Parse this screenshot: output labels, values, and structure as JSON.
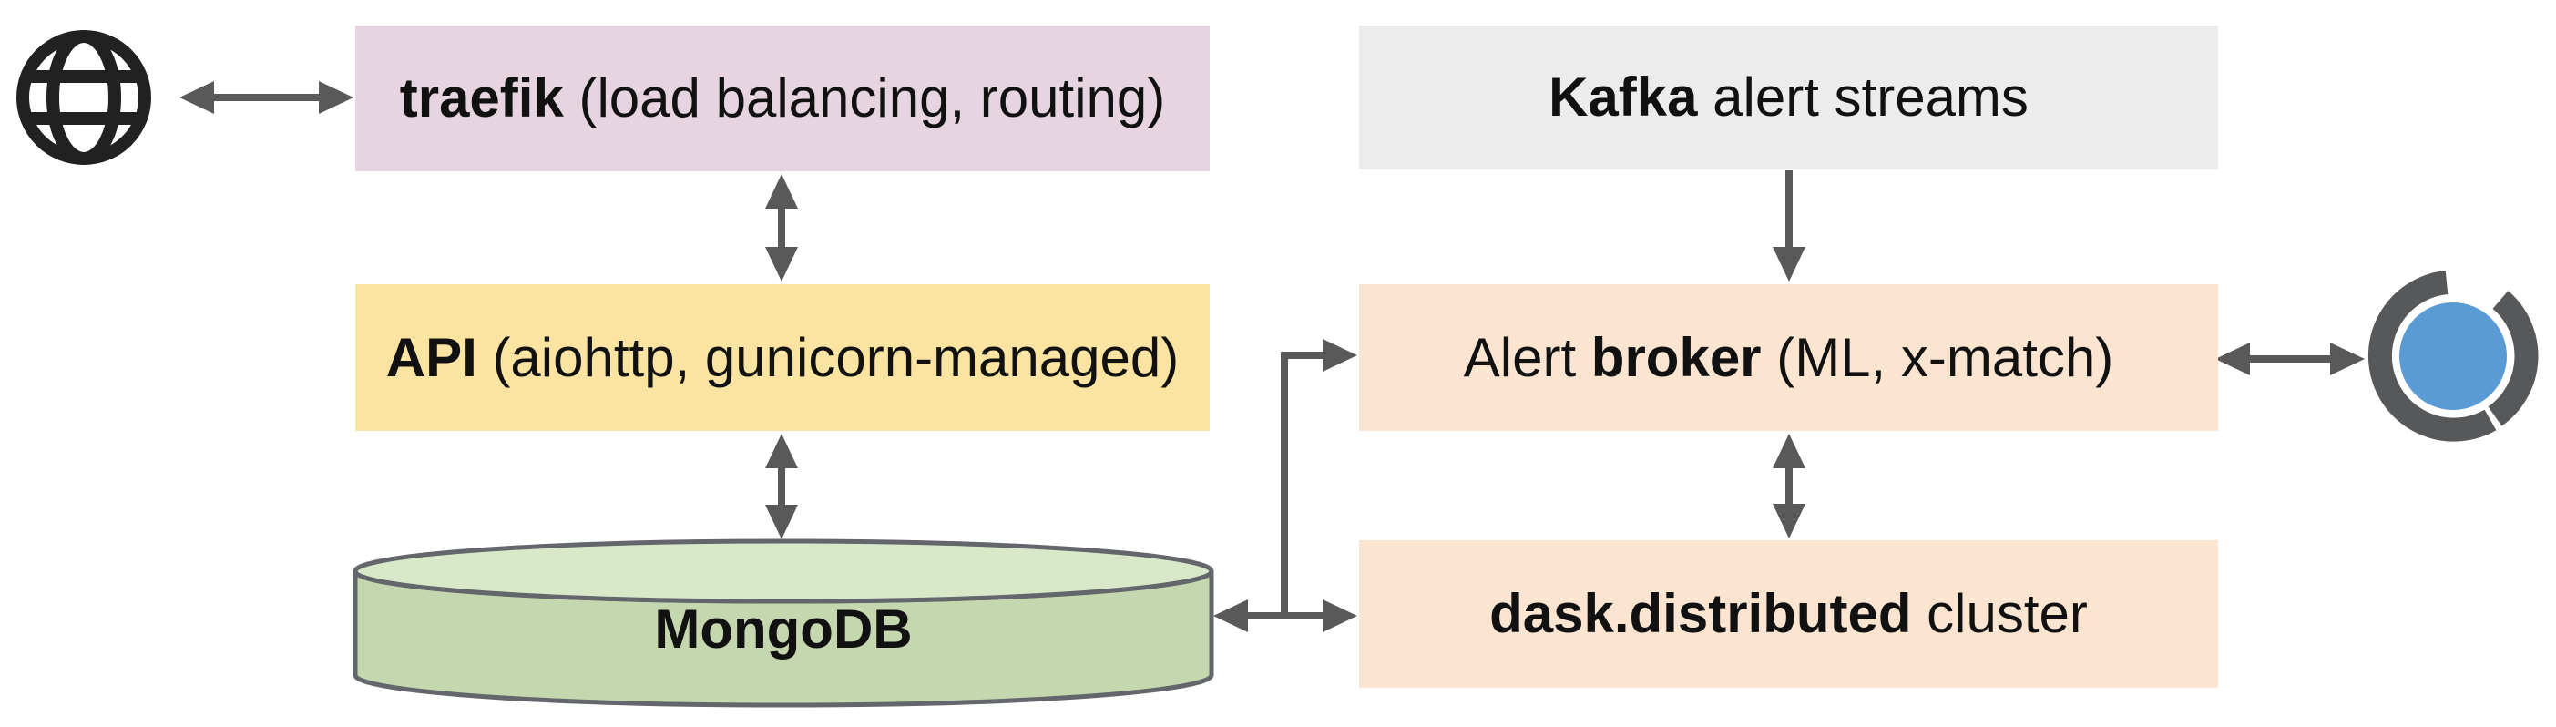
{
  "canvas": {
    "background": "#ffffff"
  },
  "nodes": {
    "traefik": {
      "fill": "#e6d4e0",
      "segments": [
        {
          "text": "traefik",
          "bold": true
        },
        {
          "text": " (load balancing, routing)",
          "bold": false
        }
      ]
    },
    "api": {
      "fill": "#fbe3a2",
      "segments": [
        {
          "text": "API",
          "bold": true
        },
        {
          "text": " (aiohttp, gunicorn-managed)",
          "bold": false
        }
      ]
    },
    "mongodb": {
      "fill": "#c5d7ae",
      "top_fill": "#dae8ca",
      "stroke": "#63666a",
      "segments": [
        {
          "text": "MongoDB",
          "bold": true
        }
      ]
    },
    "kafka": {
      "fill": "#ececec",
      "segments": [
        {
          "text": "Kafka",
          "bold": true
        },
        {
          "text": " alert streams",
          "bold": false
        }
      ]
    },
    "broker": {
      "fill": "#fbe5d1",
      "segments": [
        {
          "text": "Alert ",
          "bold": false
        },
        {
          "text": "broker",
          "bold": true
        },
        {
          "text": " (ML, x-match)",
          "bold": false
        }
      ]
    },
    "dask": {
      "fill": "#fbe5d1",
      "segments": [
        {
          "text": "dask.distributed",
          "bold": true
        },
        {
          "text": " cluster",
          "bold": false
        }
      ]
    }
  },
  "icons": {
    "globe": {
      "meaning": "internet-web-clients",
      "color": "#212121"
    },
    "skyportal": {
      "meaning": "skyportal-logo",
      "circle_color": "#5b9bd5",
      "arc_color": "#57585a"
    }
  },
  "connectors": {
    "color": "#595959",
    "links": [
      {
        "from": "internet-globe",
        "to": "traefik",
        "bidirectional": true
      },
      {
        "from": "traefik",
        "to": "api",
        "bidirectional": true
      },
      {
        "from": "api",
        "to": "mongodb",
        "bidirectional": true
      },
      {
        "from": "kafka",
        "to": "broker",
        "bidirectional": false
      },
      {
        "from": "broker",
        "to": "dask",
        "bidirectional": true
      },
      {
        "from": "mongodb",
        "to": "dask",
        "bidirectional": true
      },
      {
        "from": "mongodb-dask-junction",
        "to": "broker",
        "bidirectional": false
      },
      {
        "from": "broker",
        "to": "skyportal",
        "bidirectional": true
      }
    ]
  }
}
